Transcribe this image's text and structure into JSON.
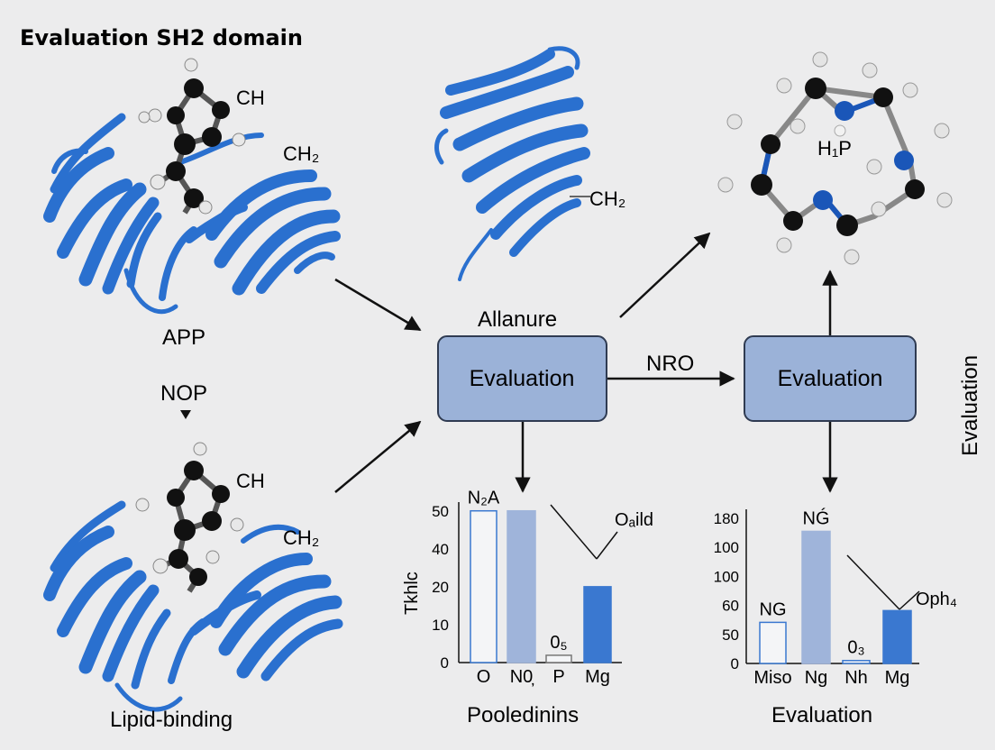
{
  "title": "Evaluation SH2 domain",
  "colors": {
    "background": "#ececed",
    "ribbon": "#2a70cf",
    "ribbon_dark": "#184f9f",
    "box_fill": "#9bb2d8",
    "box_stroke": "#2f3b52",
    "bar_light": "#9fb4da",
    "bar_dark": "#3a78d0"
  },
  "structures": {
    "top_left": {
      "label": "APP",
      "mol_labels": [
        "CH",
        "CH₂"
      ]
    },
    "between": {
      "label": "NOP"
    },
    "bottom_left": {
      "label": "Lipid-binding",
      "mol_labels": [
        "CH",
        "CH₂"
      ]
    },
    "top_center": {
      "mol_label": "CH₂"
    },
    "top_right": {
      "mol_label": "H₁P"
    }
  },
  "flow": {
    "center_caption": "Allanure",
    "center_box": "Evaluation",
    "arrow_label": "NRO",
    "right_box": "Evaluation",
    "side_label": "Evaluation"
  },
  "chart_data": [
    {
      "type": "bar",
      "ylabel": "Tkhlc",
      "xlabel": "Pooledinins",
      "yticks": [
        "50",
        "40",
        "20",
        "10",
        "0"
      ],
      "categories": [
        "O",
        "N0̦",
        "P",
        "Mg"
      ],
      "values": [
        52,
        52,
        2.5,
        26
      ],
      "value_labels": [
        "N₂A",
        "",
        "0₅",
        ""
      ],
      "annotation": "Oₐild",
      "ylim": [
        0,
        55
      ]
    },
    {
      "type": "bar",
      "ylabel": "",
      "xlabel": "Evaluation",
      "yticks": [
        "180",
        "100",
        "100",
        "60",
        "50",
        "0"
      ],
      "categories": [
        "Miso",
        "Ng",
        "Nh",
        "Mg"
      ],
      "values": [
        28,
        90,
        2,
        36
      ],
      "value_labels": [
        "NG",
        "NǴ",
        "0₃",
        ""
      ],
      "annotation": "Oph₄",
      "ylim": [
        0,
        105
      ]
    }
  ]
}
